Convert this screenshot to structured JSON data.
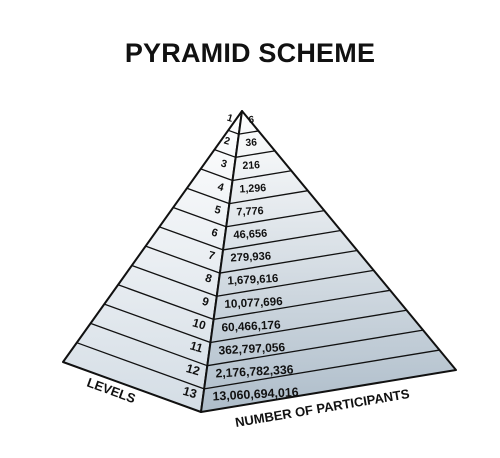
{
  "title": "PYRAMID SCHEME",
  "labels": {
    "levels": "LEVELS",
    "participants": "NUMBER OF PARTICIPANTS"
  },
  "levels": [
    "1",
    "2",
    "3",
    "4",
    "5",
    "6",
    "7",
    "8",
    "9",
    "10",
    "11",
    "12",
    "13"
  ],
  "participants": [
    "6",
    "36",
    "216",
    "1,296",
    "7,776",
    "46,656",
    "279,936",
    "1,679,616",
    "10,077,696",
    "60,466,176",
    "362,797,056",
    "2,176,782,336",
    "13,060,694,016"
  ],
  "colors": {
    "outline": "#111111",
    "face_light": "#ffffff",
    "face_dark": "#b8c6d2"
  }
}
